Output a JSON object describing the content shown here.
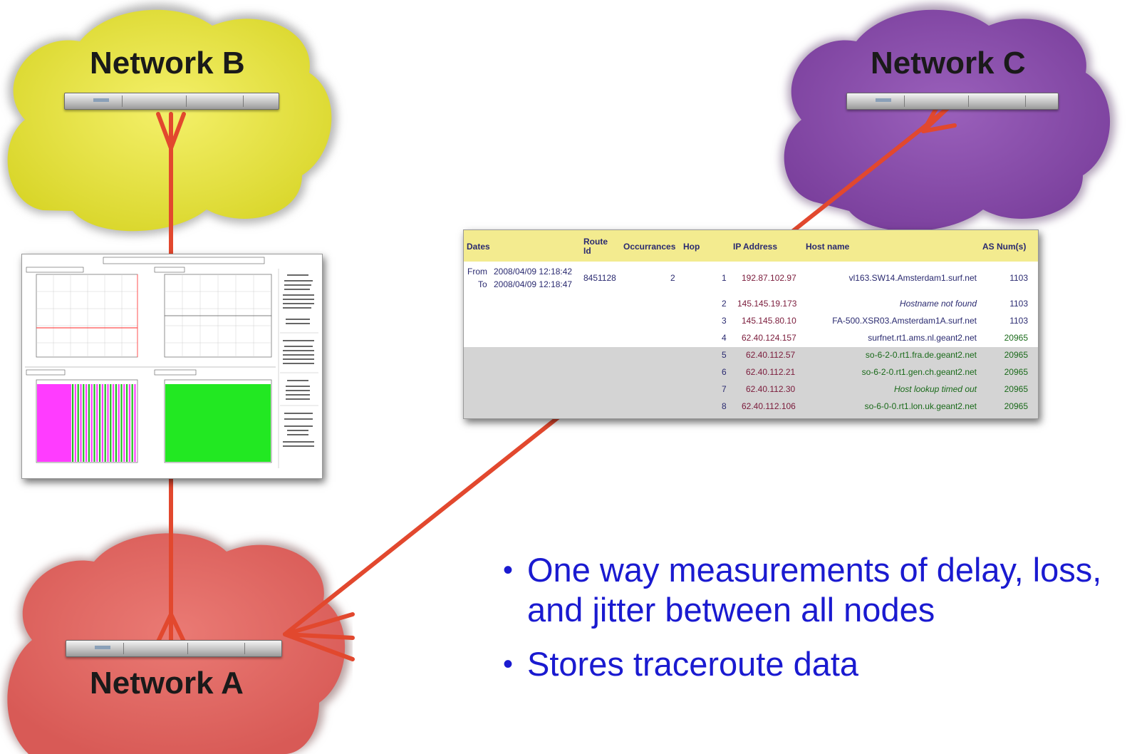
{
  "networks": {
    "b": {
      "label": "Network B",
      "color": "#dede3c"
    },
    "c": {
      "label": "Network C",
      "color": "#8f55b0"
    },
    "a": {
      "label": "Network A",
      "color": "#e26a66"
    }
  },
  "link_color": "#e2482e",
  "traceroute": {
    "headers": {
      "dates": "Dates",
      "route_id": "Route Id",
      "occurrances": "Occurrances",
      "hop": "Hop",
      "ip": "IP Address",
      "host": "Host name",
      "as": "AS Num(s)"
    },
    "from_label": "From",
    "from_date": "2008/04/09 12:18:42",
    "to_label": "To",
    "to_date": "2008/04/09 12:18:47",
    "route_id": "8451128",
    "occurrances": "2",
    "rows": [
      {
        "hop": "1",
        "ip": "192.87.102.97",
        "host": "vl163.SW14.Amsterdam1.surf.net",
        "as": "1103"
      },
      {
        "hop": "2",
        "ip": "145.145.19.173",
        "host": "Hostname not found",
        "as": "1103"
      },
      {
        "hop": "3",
        "ip": "145.145.80.10",
        "host": "FA-500.XSR03.Amsterdam1A.surf.net",
        "as": "1103"
      },
      {
        "hop": "4",
        "ip": "62.40.124.157",
        "host": "surfnet.rt1.ams.nl.geant2.net",
        "as": "20965"
      },
      {
        "hop": "5",
        "ip": "62.40.112.57",
        "host": "so-6-2-0.rt1.fra.de.geant2.net",
        "as": "20965"
      },
      {
        "hop": "6",
        "ip": "62.40.112.21",
        "host": "so-6-2-0.rt1.gen.ch.geant2.net",
        "as": "20965"
      },
      {
        "hop": "7",
        "ip": "62.40.112.30",
        "host": "Host lookup timed out",
        "as": "20965"
      },
      {
        "hop": "8",
        "ip": "62.40.112.106",
        "host": "so-6-0-0.rt1.lon.uk.geant2.net",
        "as": "20965"
      }
    ]
  },
  "graph_panel": {
    "colors": {
      "loss": "#ff3cff",
      "received": "#22c022",
      "delay": "#ff5050"
    }
  },
  "bullets": [
    "One way measurements of delay, loss, and jitter between all nodes",
    "Stores traceroute data"
  ]
}
